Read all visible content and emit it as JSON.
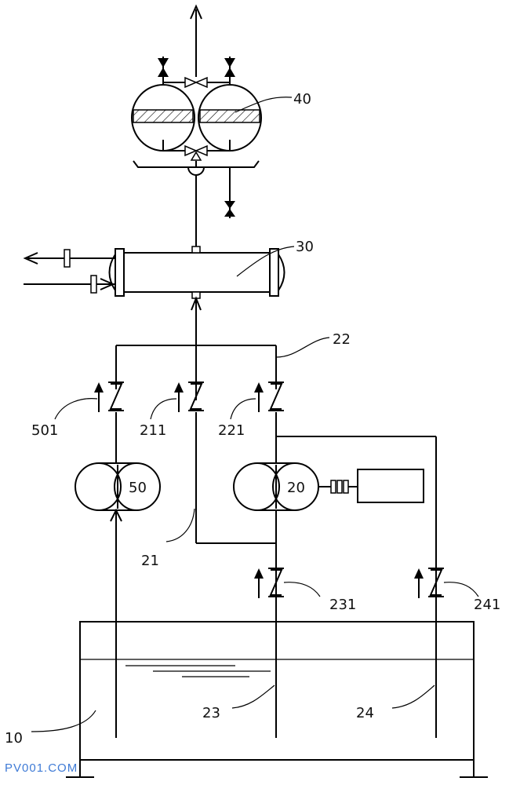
{
  "labels": {
    "dryer": "40",
    "heat_exchanger": "30",
    "manifold": "22",
    "pump_right": "20",
    "pump_left": "50",
    "tank": "10",
    "valve_left": "501",
    "valve_mid": "211",
    "valve_right": "221",
    "bypass_line": "21",
    "valve_bottom_mid": "231",
    "valve_bottom_right": "241",
    "pipe_mid": "23",
    "pipe_right": "24"
  },
  "watermark": "PV001.COM",
  "colors": {
    "line": "#000000",
    "watermark": "#3f7bd6"
  }
}
